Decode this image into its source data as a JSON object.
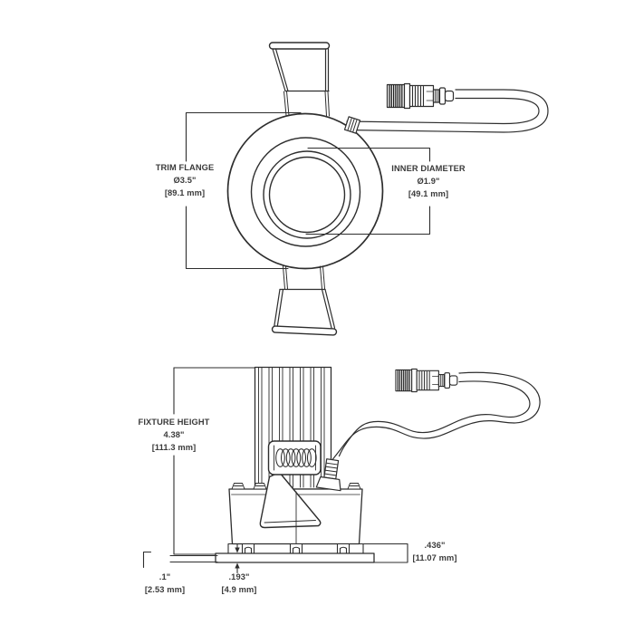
{
  "drawing_title": "recessed-downlight-dimension-drawing",
  "colors": {
    "line": "#2e2e2e",
    "text": "#3a3a3a",
    "background": "#ffffff"
  },
  "labels": {
    "trim_flange": {
      "name": "TRIM FLANGE",
      "in": "Ø3.5\"",
      "mm": "[89.1 mm]"
    },
    "inner_diameter": {
      "name": "INNER DIAMETER",
      "in": "Ø1.9\"",
      "mm": "[49.1 mm]"
    },
    "fixture_height": {
      "name": "FIXTURE HEIGHT",
      "in": "4.38\"",
      "mm": "[111.3 mm]"
    },
    "flange_overall": {
      "in": ".436\"",
      "mm": "[11.07 mm]"
    },
    "flange_lip": {
      "in": ".1\"",
      "mm": "[2.53 mm]"
    },
    "plate_thickness": {
      "in": ".193\"",
      "mm": "[4.9 mm]"
    }
  }
}
